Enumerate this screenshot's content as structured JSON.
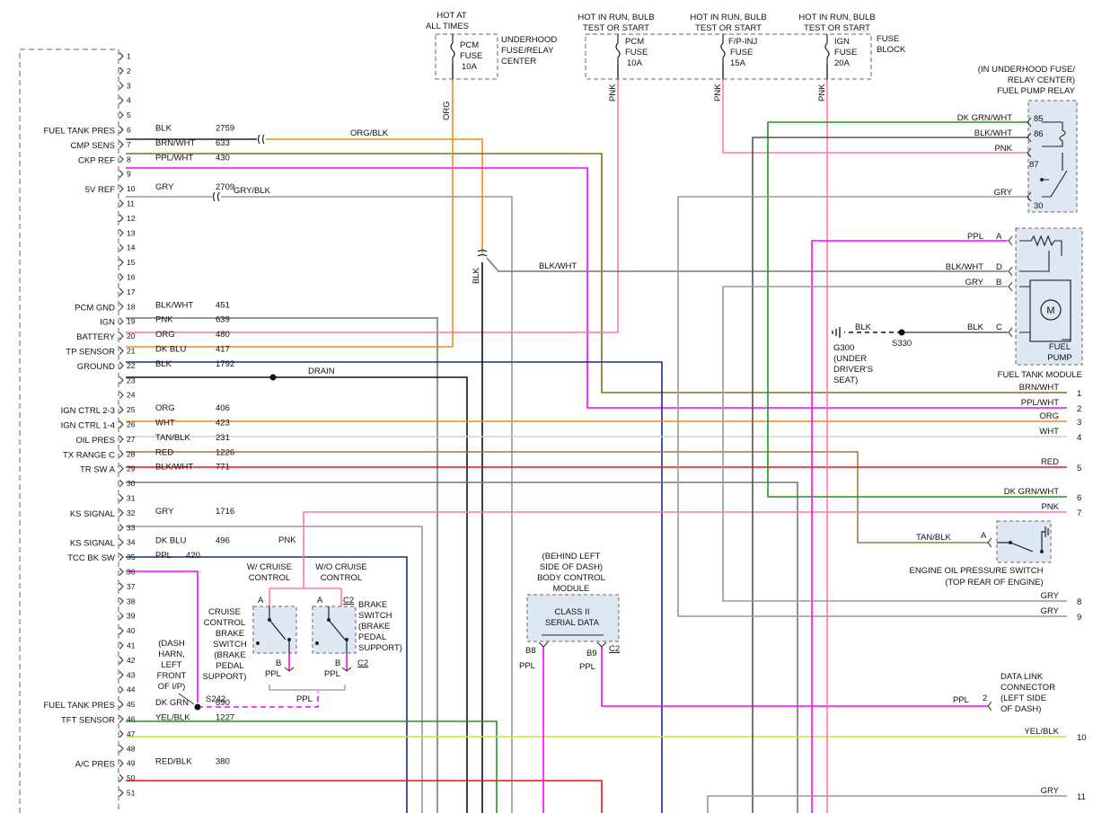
{
  "pcm_labels": [
    "FUEL TANK PRES",
    "CMP SENS",
    "CKP REF",
    "5V REF",
    "PCM GND",
    "IGN",
    "BATTERY",
    "TP SENSOR",
    "GROUND",
    "IGN CTRL 2-3",
    "IGN CTRL 1-4",
    "OIL PRES",
    "TX RANGE C",
    "TR SW A",
    "KS SIGNAL",
    "KS SIGNAL",
    "TCC BK SW",
    "FUEL TANK PRES",
    "TFT SENSOR",
    "A/C PRES"
  ],
  "pin_numbers": [
    "1",
    "2",
    "3",
    "4",
    "5",
    "6",
    "7",
    "8",
    "9",
    "10",
    "11",
    "12",
    "13",
    "14",
    "15",
    "16",
    "17",
    "18",
    "19",
    "20",
    "21",
    "22",
    "23",
    "24",
    "25",
    "26",
    "27",
    "28",
    "29",
    "30",
    "31",
    "32",
    "33",
    "34",
    "35",
    "36",
    "37",
    "38",
    "39",
    "40",
    "41",
    "42",
    "43",
    "44",
    "45",
    "46",
    "47",
    "48",
    "49",
    "50",
    "51"
  ],
  "pcm_wires": [
    {
      "color": "BLK",
      "circuit": "2759"
    },
    {
      "color": "BRN/WHT",
      "circuit": "633"
    },
    {
      "color": "PPL/WHT",
      "circuit": "430"
    },
    {
      "color": "GRY",
      "circuit": "2709"
    },
    {
      "color": "BLK/WHT",
      "circuit": "451"
    },
    {
      "color": "PNK",
      "circuit": "639"
    },
    {
      "color": "ORG",
      "circuit": "480"
    },
    {
      "color": "DK BLU",
      "circuit": "417"
    },
    {
      "color": "BLK",
      "circuit": "1792"
    },
    {
      "color": "ORG",
      "circuit": "406"
    },
    {
      "color": "WHT",
      "circuit": "423"
    },
    {
      "color": "TAN/BLK",
      "circuit": "231"
    },
    {
      "color": "RED",
      "circuit": "1226"
    },
    {
      "color": "BLK/WHT",
      "circuit": "771"
    },
    {
      "color": "GRY",
      "circuit": "1716"
    },
    {
      "color": "DK BLU",
      "circuit": "496"
    },
    {
      "color": "PPL",
      "circuit": "420"
    },
    {
      "color": "DK GRN",
      "circuit": "890"
    },
    {
      "color": "YEL/BLK",
      "circuit": "1227"
    },
    {
      "color": "RED/BLK",
      "circuit": "380"
    }
  ],
  "splices": {
    "org_blk": "ORG/BLK",
    "gry_blk": "GRY/BLK",
    "drain": "DRAIN",
    "blk": "BLK",
    "blk_wht": "BLK/WHT",
    "org": "ORG",
    "pnk": "PNK"
  },
  "underhood": {
    "hot": [
      "HOT AT",
      "ALL TIMES"
    ],
    "fuse": [
      "PCM",
      "FUSE",
      "10A"
    ],
    "name": [
      "UNDERHOOD",
      "FUSE/RELAY",
      "CENTER"
    ]
  },
  "fuse_block": {
    "hot": [
      "HOT IN RUN, BULB",
      "TEST OR START"
    ],
    "fuses": [
      [
        "PCM",
        "FUSE",
        "10A"
      ],
      [
        "F/P-INJ",
        "FUSE",
        "15A"
      ],
      [
        "IGN",
        "FUSE",
        "20A"
      ]
    ],
    "name": [
      "FUSE",
      "BLOCK"
    ]
  },
  "relay": {
    "title": [
      "(IN UNDERHOOD FUSE/",
      "RELAY CENTER)",
      "FUEL PUMP RELAY"
    ],
    "wires": [
      "DK GRN/WHT",
      "BLK/WHT",
      "PNK",
      "GRY"
    ],
    "pins": [
      "85",
      "86",
      "87",
      "30"
    ]
  },
  "fuel_module": {
    "wires": [
      "PPL",
      "BLK/WHT",
      "GRY",
      "BLK"
    ],
    "pins": [
      "A",
      "D",
      "B",
      "C"
    ],
    "pump": [
      "FUEL",
      "PUMP"
    ],
    "name": "FUEL TANK MODULE",
    "motor": "M",
    "ground": {
      "blk": "BLK",
      "g300": [
        "G300",
        "(UNDER",
        "DRIVER'S",
        "SEAT)"
      ],
      "s330": "S330"
    }
  },
  "right_wires": [
    {
      "label": "BRN/WHT",
      "num": "1"
    },
    {
      "label": "PPL/WHT",
      "num": "2"
    },
    {
      "label": "ORG",
      "num": "3"
    },
    {
      "label": "WHT",
      "num": "4"
    },
    {
      "label": "RED",
      "num": "5"
    },
    {
      "label": "DK GRN/WHT",
      "num": "6"
    },
    {
      "label": "PNK",
      "num": "7"
    },
    {
      "label": "GRY",
      "num": "8"
    },
    {
      "label": "GRY",
      "num": "9"
    },
    {
      "label": "YEL/BLK",
      "num": "10"
    },
    {
      "label": "GRY",
      "num": "11"
    }
  ],
  "oil_switch": {
    "wire": "TAN/BLK",
    "pin": "A",
    "name": [
      "ENGINE OIL PRESSURE SWITCH",
      "(TOP REAR OF ENGINE)"
    ]
  },
  "cruise": {
    "pnk": "PNK",
    "w_cruise": [
      "W/ CRUISE",
      "CONTROL"
    ],
    "wo_cruise": [
      "W/O CRUISE",
      "CONTROL"
    ],
    "ccbs": [
      "CRUISE",
      "CONTROL",
      "BRAKE",
      "SWITCH",
      "(BRAKE",
      "PEDAL",
      "SUPPORT)"
    ],
    "bs": [
      "BRAKE",
      "SWITCH",
      "(BRAKE",
      "PEDAL",
      "SUPPORT)"
    ],
    "pin_a": "A",
    "pin_b": "B",
    "c2": "C2",
    "ppl": "PPL",
    "dash": [
      "(DASH",
      "HARN,",
      "LEFT",
      "FRONT",
      "OF I/P)"
    ],
    "s242": "S242"
  },
  "bcm": {
    "title": [
      "(BEHIND LEFT",
      "SIDE OF DASH)",
      "BODY CONTROL",
      "MODULE"
    ],
    "box": [
      "CLASS II",
      "SERIAL DATA"
    ],
    "b8": "B8",
    "b9": "B9",
    "c2": "C2",
    "ppl": "PPL"
  },
  "dlc": {
    "label": [
      "DATA LINK",
      "CONNECTOR",
      "(LEFT SIDE",
      "OF DASH)"
    ],
    "wire": "PPL",
    "pin": "2"
  }
}
